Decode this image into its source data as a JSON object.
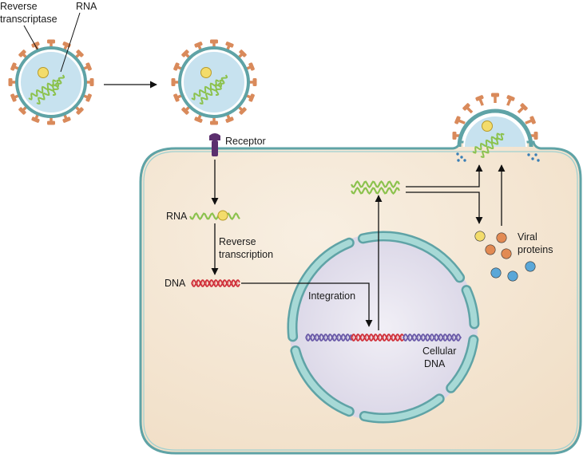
{
  "labels": {
    "reverse_transcriptase_1": "Reverse",
    "reverse_transcriptase_2": "transcriptase",
    "virion_rna": "RNA",
    "receptor": "Receptor",
    "rna": "RNA",
    "reverse_transcription_1": "Reverse",
    "reverse_transcription_2": "transcription",
    "dna": "DNA",
    "integration": "Integration",
    "cellular_dna_1": "Cellular",
    "cellular_dna_2": "DNA",
    "viral_proteins_1": "Viral",
    "viral_proteins_2": "proteins"
  },
  "colors": {
    "cell_fill": "#f6ead7",
    "cell_border": "#5fa3a6",
    "nucleus_fill": "#e7e4ef",
    "nuclear_envelope": "#8cc7c6",
    "virus_core": "#c7e2ef",
    "spike": "#d98a5b",
    "receptor": "#5b2f6e",
    "rna_strand": "#8cc24e",
    "viral_dna": "#d0313b",
    "host_dna": "#6a5aa8",
    "rt_enzyme": "#f3dc6b",
    "protein_orange": "#e28a53",
    "protein_blue": "#5aa7d8"
  }
}
